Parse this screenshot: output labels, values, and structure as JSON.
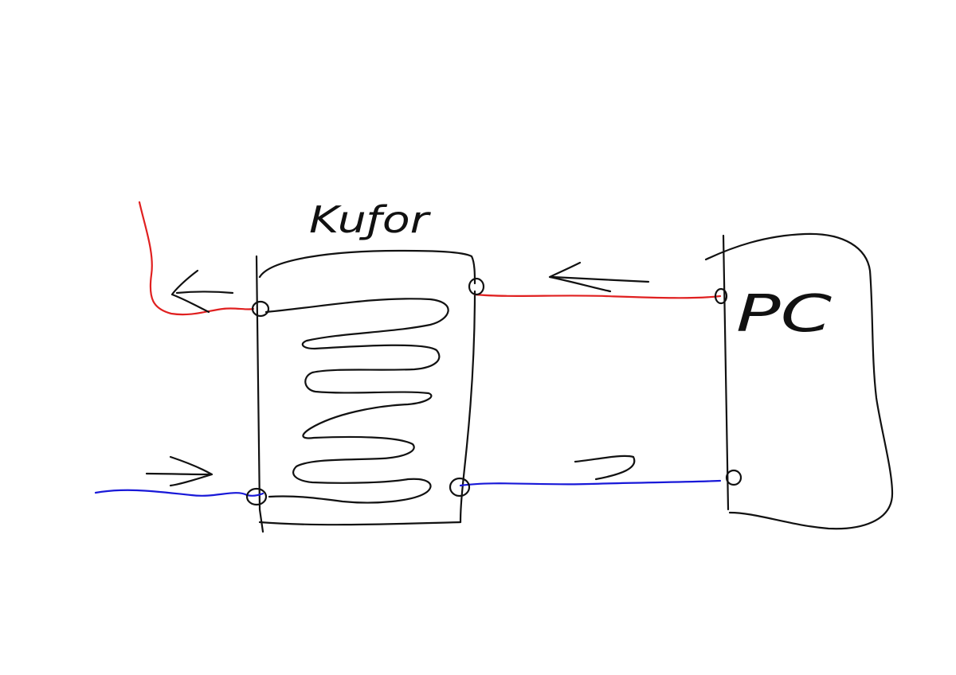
{
  "diagram": {
    "labels": {
      "buffer_tank": "Kuƒor",
      "pc": "PC"
    },
    "colors": {
      "ink": "#111111",
      "hot_line": "#e02020",
      "cold_line": "#1818d8"
    },
    "flow_arrows": [
      {
        "id": "hot-out-arrow",
        "direction": "left"
      },
      {
        "id": "hot-return-arrow",
        "direction": "left"
      },
      {
        "id": "cold-in-arrow",
        "direction": "right"
      },
      {
        "id": "cold-feed-arrow",
        "direction": "right"
      }
    ],
    "icons": [
      "buffer-tank-icon",
      "coil-icon",
      "pc-unit-icon",
      "port-icon"
    ]
  }
}
